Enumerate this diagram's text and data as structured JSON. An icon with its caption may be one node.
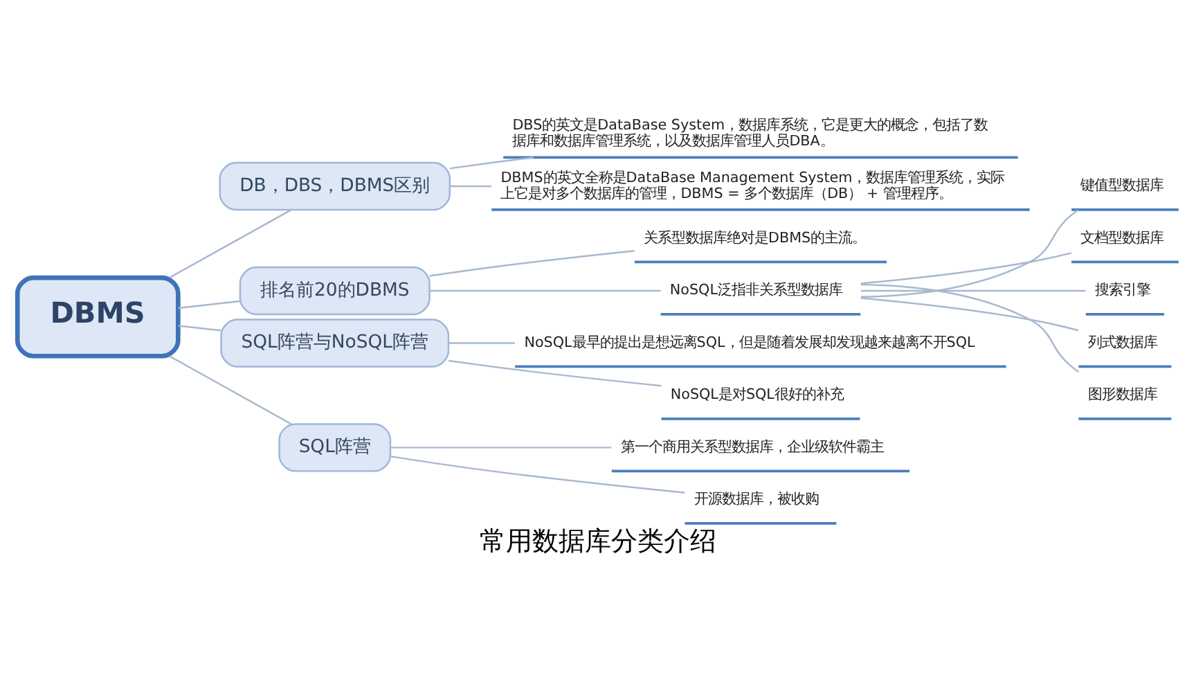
{
  "diagram": {
    "caption": "常用数据库分类介绍",
    "nodes": [
      {
        "text": [
          "DBMS"
        ]
      },
      {
        "text": [
          "DB，DBS，DBMS区别"
        ]
      },
      {
        "text": [
          "DBS的英文是DataBase System，数据库系统，它是更大的概念，包括了数据库和数据库管理系统，以及数据库管理人员DBA。"
        ]
      },
      {
        "text": [
          "DBMS的英文全称是DataBase Management System，数据库管理系统，实际上它是对多个数据库的管理，DBMS = 多个数据库（DB） + 管理程序。"
        ]
      },
      {
        "text": [
          "排名前20的DBMS"
        ]
      },
      {
        "text": [
          "关系型数据库绝对是DBMS的主流。"
        ]
      },
      {
        "text": [
          "NoSQL泛指非关系型数据库"
        ]
      },
      {
        "text": [
          "键值型数据库"
        ]
      },
      {
        "text": [
          "文档型数据库"
        ]
      },
      {
        "text": [
          "搜索引擎"
        ]
      },
      {
        "text": [
          "列式数据库"
        ]
      },
      {
        "text": [
          "图形数据库"
        ]
      },
      {
        "text": [
          "SQL阵营与NoSQL阵营"
        ]
      },
      {
        "text": [
          "NoSQL最早的提出是想远离SQL，但是随着发展却发现越来越离不开SQL"
        ]
      },
      {
        "text": [
          "NoSQL是对SQL很好的补充"
        ]
      },
      {
        "text": [
          "SQL阵营"
        ]
      },
      {
        "text": [
          "第一个商用关系型数据库，企业级软件霸主"
        ]
      },
      {
        "text": [
          "开源数据库，被收购"
        ]
      }
    ],
    "edges": [
      {
        "from": 0,
        "to": 1,
        "arrow": "none"
      },
      {
        "from": 1,
        "to": 2,
        "arrow": "none"
      },
      {
        "from": 1,
        "to": 3,
        "arrow": "none"
      },
      {
        "from": 0,
        "to": 4,
        "arrow": "none"
      },
      {
        "from": 4,
        "to": 5,
        "arrow": "none"
      },
      {
        "from": 4,
        "to": 6,
        "arrow": "none"
      },
      {
        "from": 6,
        "to": 7,
        "arrow": "none"
      },
      {
        "from": 6,
        "to": 8,
        "arrow": "none"
      },
      {
        "from": 6,
        "to": 9,
        "arrow": "none"
      },
      {
        "from": 6,
        "to": 10,
        "arrow": "none"
      },
      {
        "from": 6,
        "to": 11,
        "arrow": "none"
      },
      {
        "from": 0,
        "to": 12,
        "arrow": "none"
      },
      {
        "from": 12,
        "to": 13,
        "arrow": "none"
      },
      {
        "from": 12,
        "to": 14,
        "arrow": "none"
      },
      {
        "from": 0,
        "to": 15,
        "arrow": "none"
      },
      {
        "from": 15,
        "to": 16,
        "arrow": "none"
      },
      {
        "from": 15,
        "to": 17,
        "arrow": "none"
      }
    ]
  }
}
